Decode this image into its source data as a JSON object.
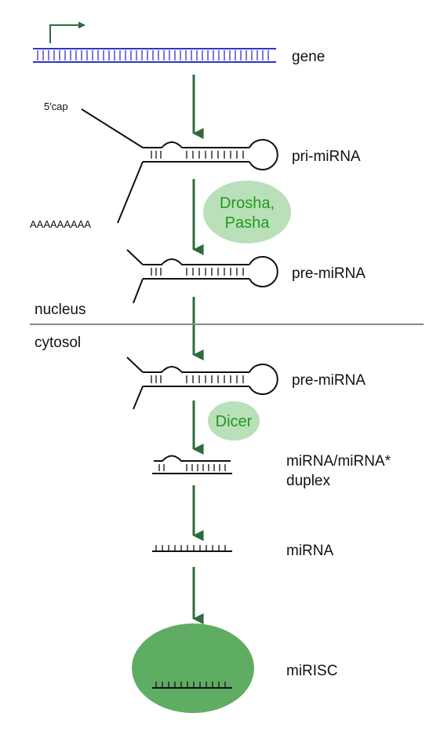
{
  "colors": {
    "arrow": "#2d6b3c",
    "gene": "#3333cc",
    "enzyme_fill": "#b9e0b9",
    "enzyme_text": "#1f9a1f",
    "risc_fill": "#5fad63",
    "divider": "#888888",
    "strand": "#111111"
  },
  "labels": {
    "gene": "gene",
    "pri_mirna": "pri-miRNA",
    "pre_mirna_nucleus": "pre-miRNA",
    "pre_mirna_cytosol": "pre-miRNA",
    "duplex_line1": "miRNA/miRNA*",
    "duplex_line2": "duplex",
    "mirna": "miRNA",
    "mirisc": "miRISC",
    "five_cap": "5′cap",
    "poly_a": "AAAAAAAAA"
  },
  "compartments": {
    "nucleus": "nucleus",
    "cytosol": "cytosol"
  },
  "enzymes": {
    "drosha_line1": "Drosha,",
    "drosha_line2": "Pasha",
    "dicer": "Dicer"
  },
  "icons": [
    "promoter-arrow-icon",
    "process-arrow-icon"
  ]
}
